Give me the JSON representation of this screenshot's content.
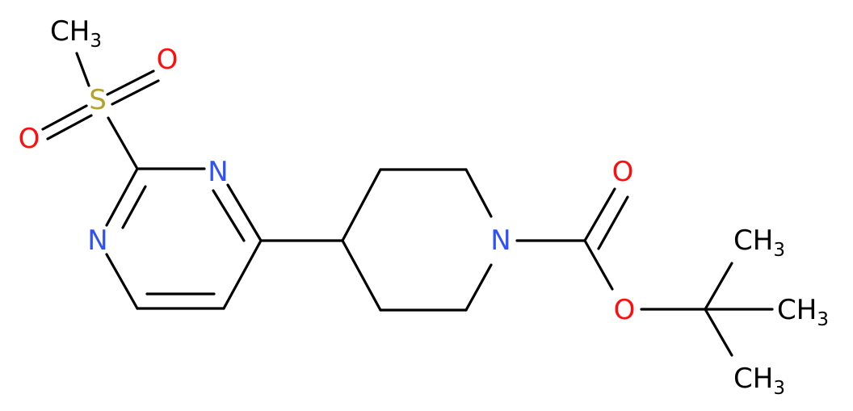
{
  "colors": {
    "bond": "#000000",
    "carbon": "#000000",
    "nitrogen": "#3050F8",
    "oxygen": "#FF0D0D",
    "sulfur": "#B3A32E"
  },
  "atoms": [
    {
      "id": "me_s",
      "symbol": "CH",
      "sub": "3",
      "element": "carbon"
    },
    {
      "id": "s",
      "symbol": "S",
      "sub": "",
      "element": "sulfur"
    },
    {
      "id": "o_s1",
      "symbol": "O",
      "sub": "",
      "element": "oxygen"
    },
    {
      "id": "o_s2",
      "symbol": "O",
      "sub": "",
      "element": "oxygen"
    },
    {
      "id": "n_pyr1",
      "symbol": "N",
      "sub": "",
      "element": "nitrogen"
    },
    {
      "id": "n_pyr2",
      "symbol": "N",
      "sub": "",
      "element": "nitrogen"
    },
    {
      "id": "n_pip",
      "symbol": "N",
      "sub": "",
      "element": "nitrogen"
    },
    {
      "id": "o_co",
      "symbol": "O",
      "sub": "",
      "element": "oxygen"
    },
    {
      "id": "o_est",
      "symbol": "O",
      "sub": "",
      "element": "oxygen"
    },
    {
      "id": "me1",
      "symbol": "CH",
      "sub": "3",
      "element": "carbon"
    },
    {
      "id": "me2",
      "symbol": "CH",
      "sub": "3",
      "element": "carbon"
    },
    {
      "id": "me3",
      "symbol": "CH",
      "sub": "3",
      "element": "carbon"
    }
  ]
}
